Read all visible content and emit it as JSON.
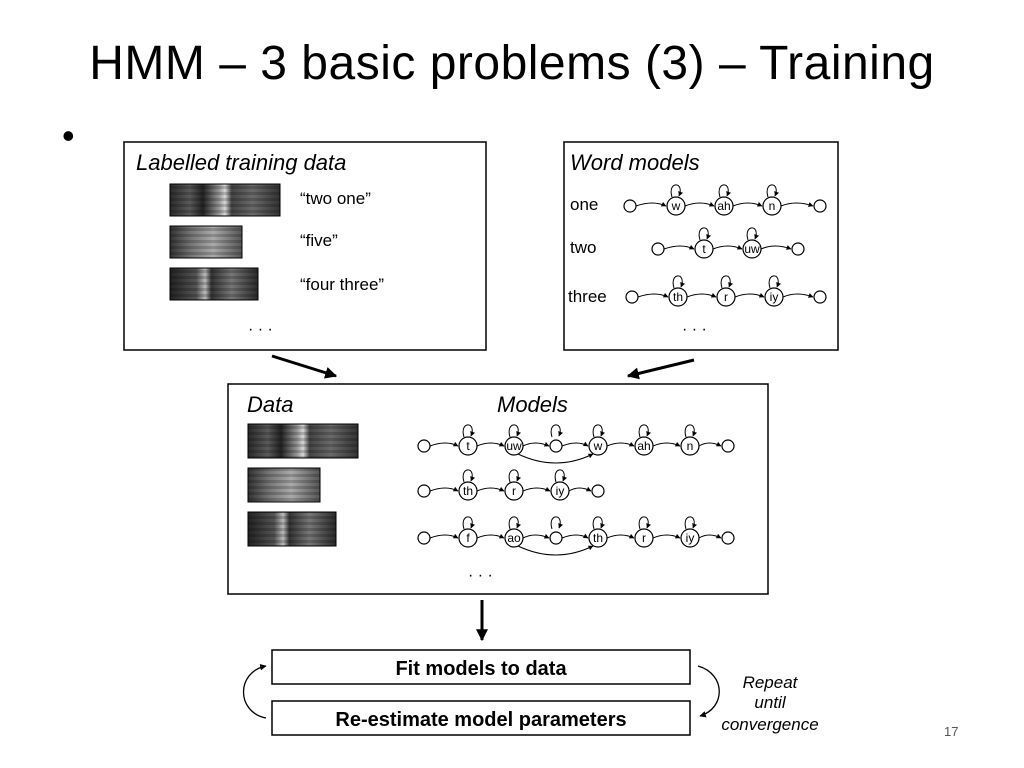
{
  "slide": {
    "title": "HMM – 3 basic problems (3) – Training",
    "bullet": "•",
    "page_number": "17"
  },
  "training_panel": {
    "title": "Labelled training data",
    "utterances": [
      "“two one”",
      "“five”",
      "“four three”"
    ],
    "ellipsis": "· · ·"
  },
  "word_models_panel": {
    "title": "Word models",
    "words": [
      {
        "word": "one",
        "states": [
          "w",
          "ah",
          "n"
        ]
      },
      {
        "word": "two",
        "states": [
          "t",
          "uw"
        ]
      },
      {
        "word": "three",
        "states": [
          "th",
          "r",
          "iy"
        ]
      }
    ],
    "ellipsis": "· · ·"
  },
  "combined_panel": {
    "data_title": "Data",
    "models_title": "Models",
    "rows": [
      {
        "states": [
          "t",
          "uw",
          "w",
          "ah",
          "n"
        ]
      },
      {
        "states": [
          "th",
          "r",
          "iy"
        ]
      },
      {
        "states": [
          "f",
          "ao",
          "th",
          "r",
          "iy"
        ]
      }
    ],
    "ellipsis": "· · ·"
  },
  "loop": {
    "fit_label": "Fit models to data",
    "reestimate_label": "Re-estimate model parameters",
    "note_line1": "Repeat",
    "note_line2": "until",
    "note_line3": "convergence"
  }
}
